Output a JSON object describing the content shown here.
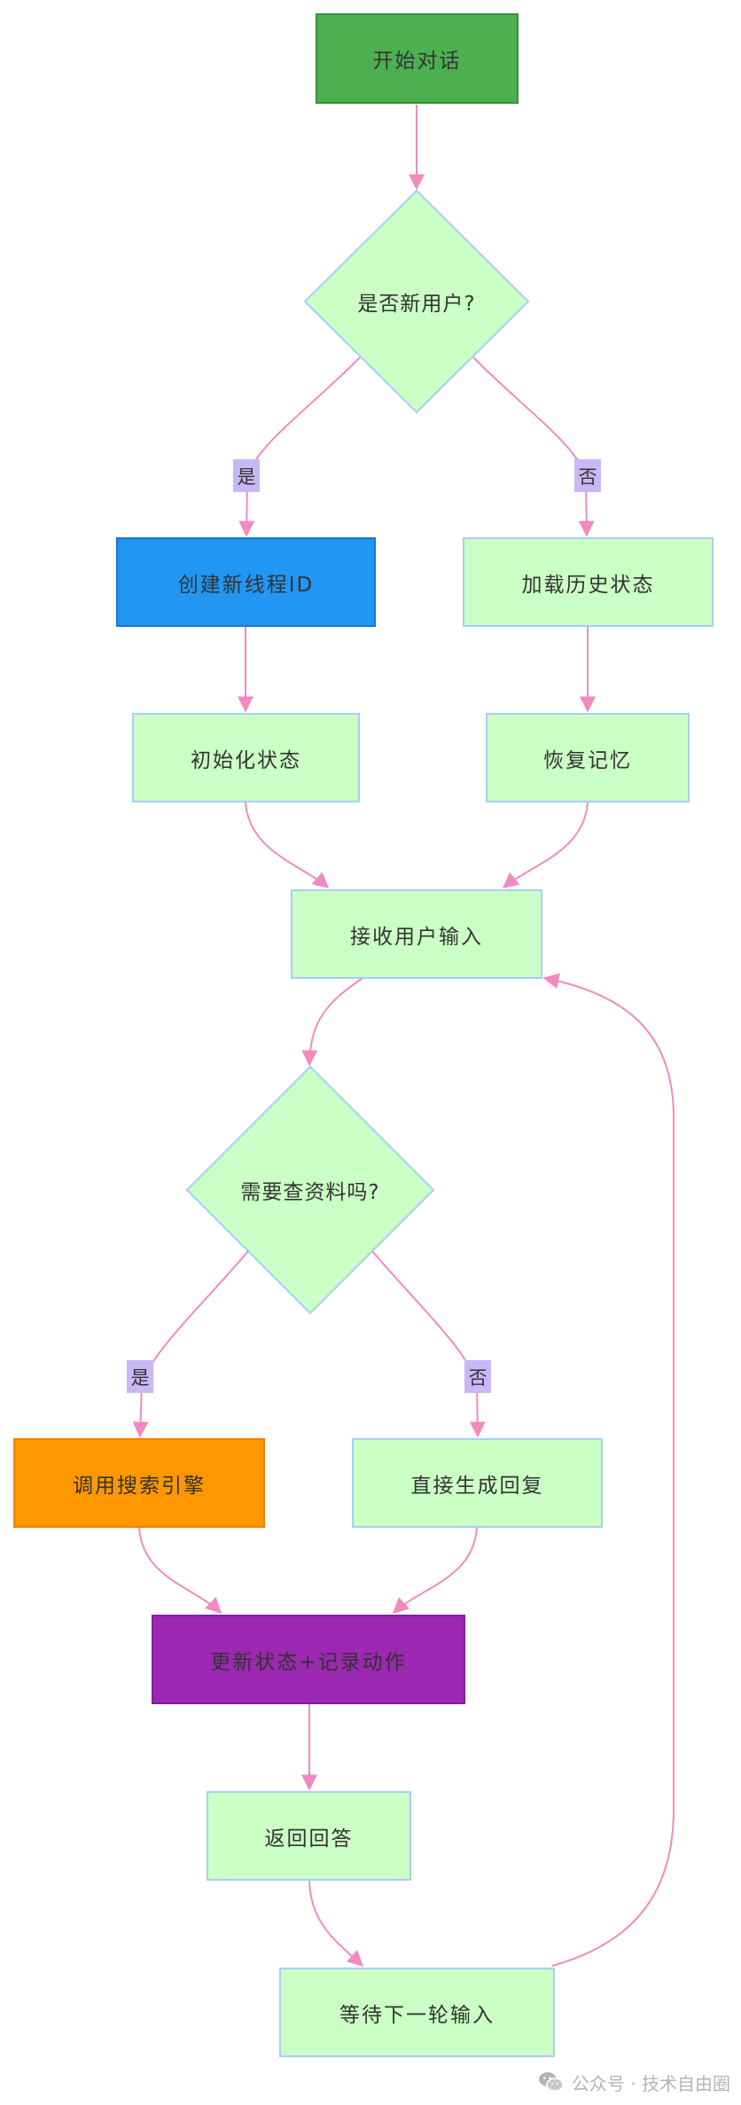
{
  "nodes": {
    "start": "开始对话",
    "is_new_user": "是否新用户?",
    "create_thread": "创建新线程ID",
    "load_history": "加载历史状态",
    "init_state": "初始化状态",
    "restore_memory": "恢复记忆",
    "receive_input": "接收用户输入",
    "need_lookup": "需要查资料吗?",
    "call_search": "调用搜索引擎",
    "direct_reply": "直接生成回复",
    "update_state": "更新状态+记录动作",
    "return_answer": "返回回答",
    "wait_next": "等待下一轮输入"
  },
  "edge_labels": {
    "yes_1": "是",
    "no_1": "否",
    "yes_2": "是",
    "no_2": "否"
  },
  "watermark": {
    "text": "公众号 · 技术自由圈",
    "icon": "wechat-icon"
  },
  "colors": {
    "node_fill": "#ccffc5",
    "node_border": "#a6cff5",
    "start_fill": "#4caf50",
    "thread_fill": "#2196f3",
    "search_fill": "#ff9800",
    "update_fill": "#9c27b0",
    "edge": "#f08ac0",
    "edge_label_fill": "#c7b8f5"
  }
}
